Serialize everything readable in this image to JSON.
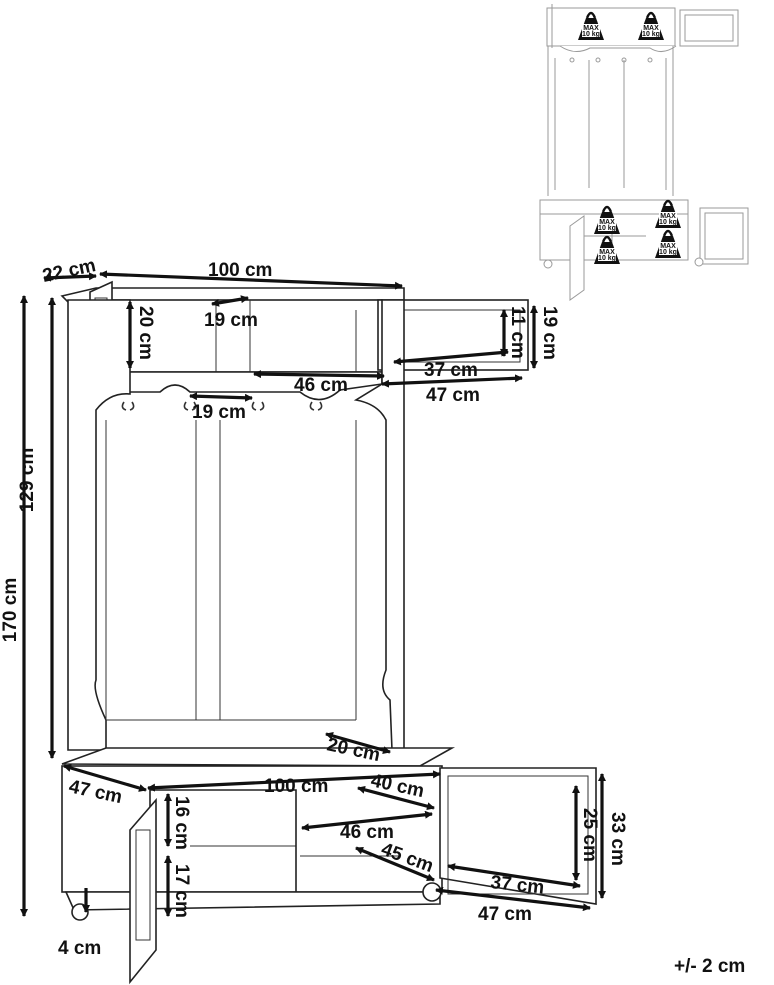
{
  "units_note": "+/- 2 cm",
  "dimensions": {
    "top_depth": "22 cm",
    "top_width": "100 cm",
    "top_shelf_height": "20 cm",
    "top_divider_span": "19 cm",
    "top_door_inner_height": "11 cm",
    "top_door_outer_height": "19 cm",
    "top_door_inner_width": "37 cm",
    "top_inner_width": "46 cm",
    "top_door_outer_width": "47 cm",
    "hook_spacing": "19 cm",
    "upper_height": "129 cm",
    "total_height": "170 cm",
    "bench_depth": "20 cm",
    "bench_width": "100 cm",
    "bench_side_depth": "47 cm",
    "shelf_upper_height": "16 cm",
    "shelf_lower_height": "17 cm",
    "bench_inner_depth": "40 cm",
    "bench_inner_width": "46 cm",
    "bench_diag_depth": "45 cm",
    "bench_door_inner_height": "25 cm",
    "bench_door_outer_height": "33 cm",
    "bench_door_inner_width": "37 cm",
    "bench_door_outer_width": "47 cm",
    "foot_height": "4 cm"
  },
  "load_limits": {
    "max_label": "MAX",
    "weight": "10 kg"
  }
}
